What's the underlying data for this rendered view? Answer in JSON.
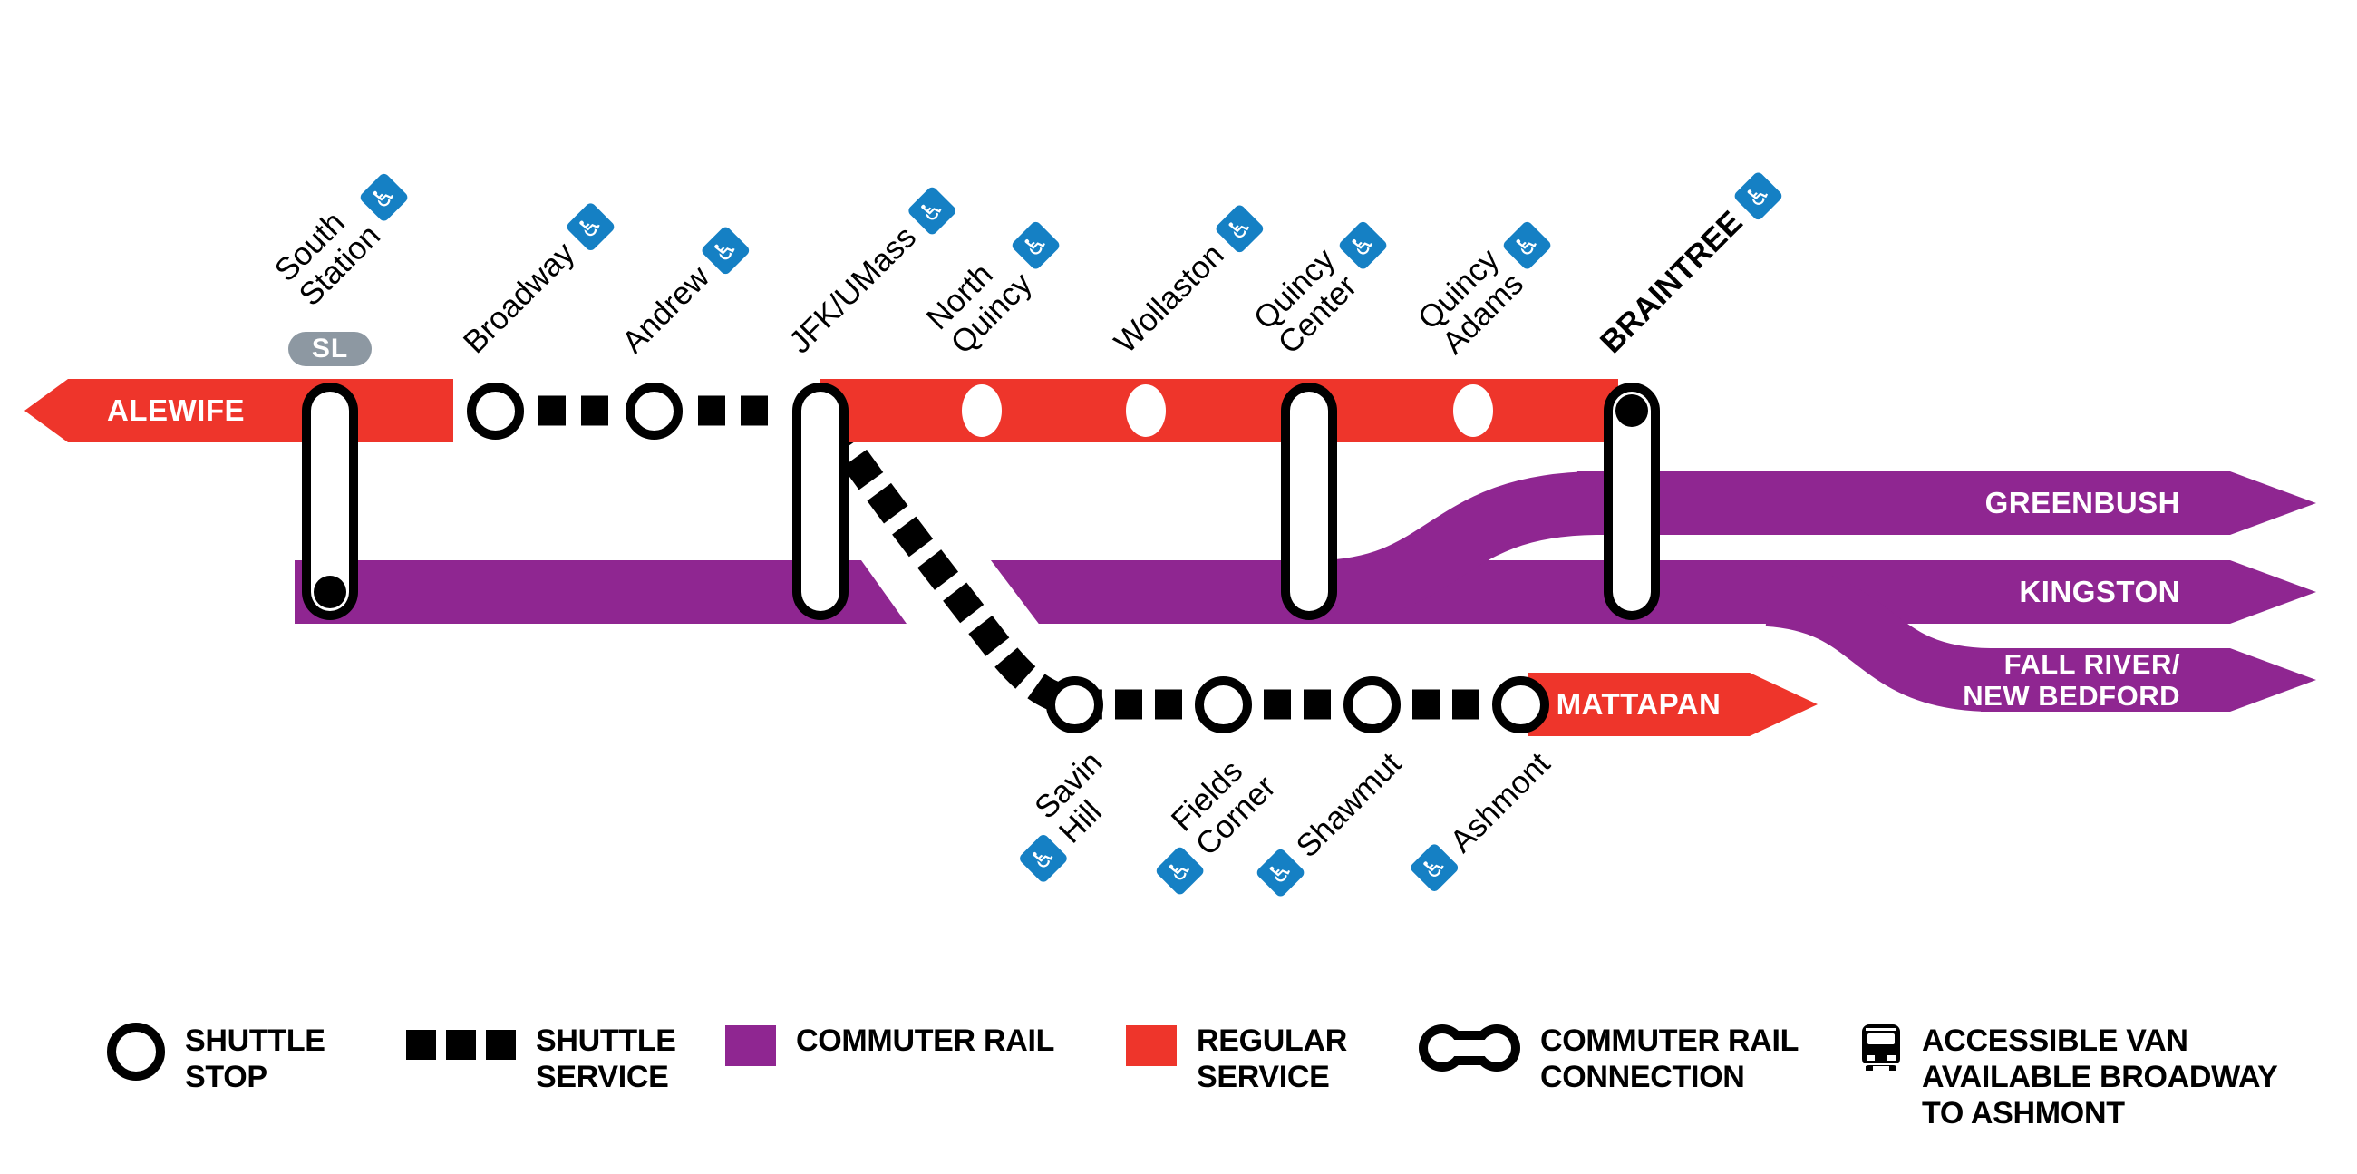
{
  "colors": {
    "red": "#ee352b",
    "purple": "#8f2691",
    "accessible_blue": "#1580c4",
    "silver_line_gray": "#8d98a2",
    "black": "#000000",
    "white": "#ffffff"
  },
  "diagram": {
    "left_arrow_label": "ALEWIFE",
    "sl_badge": "SL",
    "mattapan_arrow_label": "MATTAPAN",
    "accessible_icon": "♿",
    "commuter_rail_arrow_labels": [
      "GREENBUSH",
      "KINGSTON",
      "FALL RIVER/\nNEW BEDFORD"
    ],
    "red_line_stations": [
      {
        "name": "South Station",
        "accessible": true,
        "marker": "commuter-rail-connection",
        "terminal_dot": "bottom",
        "bold": false
      },
      {
        "name": "Broadway",
        "accessible": true,
        "marker": "shuttle-stop",
        "terminal_dot": null,
        "bold": false
      },
      {
        "name": "Andrew",
        "accessible": true,
        "marker": "shuttle-stop",
        "terminal_dot": null,
        "bold": false
      },
      {
        "name": "JFK/UMass",
        "accessible": true,
        "marker": "commuter-rail-connection",
        "terminal_dot": null,
        "bold": false
      },
      {
        "name": "North Quincy",
        "accessible": true,
        "marker": "stop",
        "terminal_dot": null,
        "bold": false
      },
      {
        "name": "Wollaston",
        "accessible": true,
        "marker": "stop",
        "terminal_dot": null,
        "bold": false
      },
      {
        "name": "Quincy Center",
        "accessible": true,
        "marker": "commuter-rail-connection",
        "terminal_dot": null,
        "bold": false
      },
      {
        "name": "Quincy Adams",
        "accessible": true,
        "marker": "stop",
        "terminal_dot": null,
        "bold": false
      },
      {
        "name": "BRAINTREE",
        "accessible": true,
        "marker": "commuter-rail-connection",
        "terminal_dot": "top",
        "bold": true
      }
    ],
    "ashmont_branch_stations": [
      {
        "name": "Savin Hill",
        "accessible": true,
        "marker": "shuttle-stop"
      },
      {
        "name": "Fields\nCorner",
        "accessible": true,
        "marker": "shuttle-stop"
      },
      {
        "name": "Shawmut",
        "accessible": true,
        "marker": "shuttle-stop"
      },
      {
        "name": "Ashmont",
        "accessible": true,
        "marker": "shuttle-stop"
      }
    ]
  },
  "legend": {
    "items": [
      {
        "icon": "shuttle-stop-icon",
        "label": "SHUTTLE\nSTOP"
      },
      {
        "icon": "shuttle-service-icon",
        "label": "SHUTTLE\nSERVICE"
      },
      {
        "icon": "commuter-rail-swatch",
        "label": "COMMUTER RAIL"
      },
      {
        "icon": "regular-service-swatch",
        "label": "REGULAR\nSERVICE"
      },
      {
        "icon": "commuter-rail-connection-icon",
        "label": "COMMUTER RAIL\nCONNECTION"
      },
      {
        "icon": "accessible-van-icon",
        "label": "ACCESSIBLE VAN\nAVAILABLE BROADWAY\nTO ASHMONT"
      }
    ]
  }
}
